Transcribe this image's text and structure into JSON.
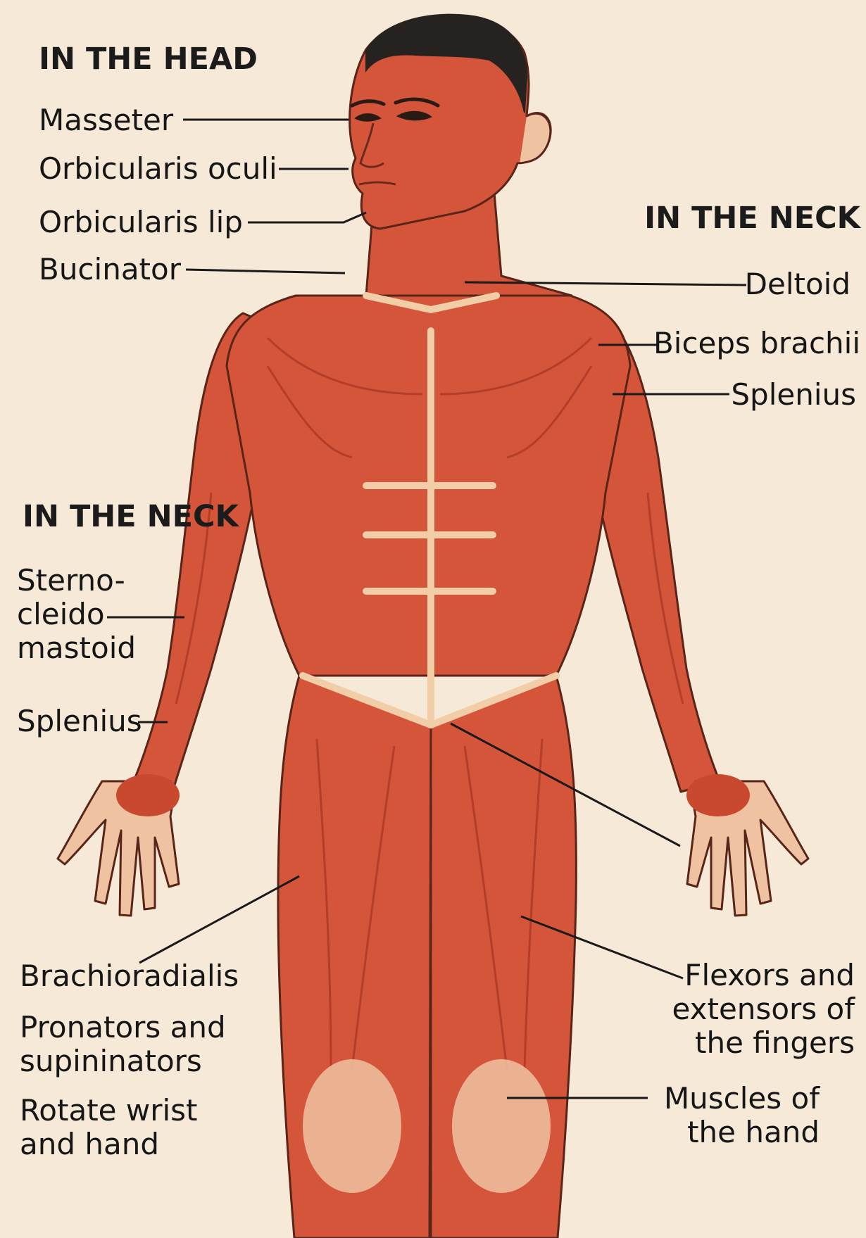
{
  "colors": {
    "background": "#f6e9d7",
    "muscle": "#d4553a",
    "muscle_dark": "#a73424",
    "skin": "#efc3a1",
    "tendon": "#f1cda8",
    "hair": "#262220",
    "outline": "#5a2519",
    "leader_line": "#1a1a1a"
  },
  "headings": {
    "head": "IN THE HEAD",
    "neck_right": "IN THE NECK",
    "neck_left": "IN THE NECK"
  },
  "labels": {
    "masseter": "Masseter",
    "orbicularis_oculi": "Orbicularis oculi",
    "orbicularis_lip": "Orbicularis lip",
    "bucinator": "Bucinator",
    "deltoid": "Deltoid",
    "biceps_brachii": "Biceps brachii",
    "splenius_right": "Splenius",
    "sterno": [
      "Sterno-",
      "cleido",
      "mastoid"
    ],
    "splenius_left": "Splenius",
    "brachioradialis": "Brachioradialis",
    "pronators": [
      "Pronators and",
      "supininators"
    ],
    "rotate": [
      "Rotate wrist",
      "and hand"
    ],
    "flexors": [
      "Flexors and",
      "extensors of",
      "the fingers"
    ],
    "hand_muscles": [
      "Muscles of",
      "the hand"
    ]
  }
}
